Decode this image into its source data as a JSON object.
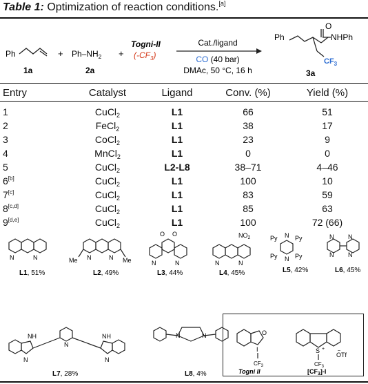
{
  "table": {
    "label": "Table 1:",
    "caption": " Optimization of reaction conditions.",
    "caption_note": "[a]",
    "scheme": {
      "reactant1_label": "1a",
      "reactant2_label": "2a",
      "reactant1_sub": "Ph",
      "reactant2_text": "Ph–NH",
      "reactant2_sub": "2",
      "reagent_name": "Togni-II",
      "reagent_group": "(-CF",
      "reagent_group_sub": "3",
      "reagent_group_end": ")",
      "plus": "+",
      "conditions_top": "Cat./ligand",
      "conditions_co": "CO",
      "conditions_co_rest": " (40 bar)",
      "conditions_bottom": "DMAc, 50 °C, 16 h",
      "product_label": "3a",
      "product_ph": "Ph",
      "product_amide": "NHPh",
      "product_o": "O",
      "product_cf3": "CF",
      "product_cf3_sub": "3"
    },
    "headers": [
      "Entry",
      "Catalyst",
      "Ligand",
      "Conv. (%)",
      "Yield (%)"
    ],
    "rows": [
      {
        "entry": "1",
        "note": "",
        "cat": "CuCl",
        "cat_sub": "2",
        "lig": "L1",
        "conv": "66",
        "yield": "51"
      },
      {
        "entry": "2",
        "note": "",
        "cat": "FeCl",
        "cat_sub": "2",
        "lig": "L1",
        "conv": "38",
        "yield": "17"
      },
      {
        "entry": "3",
        "note": "",
        "cat": "CoCl",
        "cat_sub": "2",
        "lig": "L1",
        "conv": "23",
        "yield": "9"
      },
      {
        "entry": "4",
        "note": "",
        "cat": "MnCl",
        "cat_sub": "2",
        "lig": "L1",
        "conv": "0",
        "yield": "0"
      },
      {
        "entry": "5",
        "note": "",
        "cat": "CuCl",
        "cat_sub": "2",
        "lig": "L2-L8",
        "conv": "38–71",
        "yield": "4–46"
      },
      {
        "entry": "6",
        "note": "[b]",
        "cat": "CuCl",
        "cat_sub": "2",
        "lig": "L1",
        "conv": "100",
        "yield": "10"
      },
      {
        "entry": "7",
        "note": "[c]",
        "cat": "CuCl",
        "cat_sub": "2",
        "lig": "L1",
        "conv": "83",
        "yield": "59"
      },
      {
        "entry": "8",
        "note": "[c,d]",
        "cat": "CuCl",
        "cat_sub": "2",
        "lig": "L1",
        "conv": "85",
        "yield": "63"
      },
      {
        "entry": "9",
        "note": "[d,e]",
        "cat": "CuCl",
        "cat_sub": "2",
        "lig": "L1",
        "conv": "100",
        "yield": "72 (66)"
      }
    ]
  },
  "ligands": [
    {
      "id": "L1",
      "yield": ", 51%"
    },
    {
      "id": "L2",
      "yield": ", 49%"
    },
    {
      "id": "L3",
      "yield": ", 44%"
    },
    {
      "id": "L4",
      "yield": ", 45%"
    },
    {
      "id": "L5",
      "yield": ", 42%"
    },
    {
      "id": "L6",
      "yield": ", 45%"
    },
    {
      "id": "L7",
      "yield": ", 28%"
    },
    {
      "id": "L8",
      "yield": ", 4%"
    }
  ],
  "atoms": {
    "n": "N",
    "me": "Me",
    "o": "O",
    "no2": "NO",
    "no2_sub": "2",
    "py": "Py",
    "h": "H",
    "i": "I",
    "s": "S",
    "plus": "+",
    "otf": "OTf",
    "minus": "–",
    "cf3": "CF",
    "cf3_sub": "3"
  },
  "reagents": {
    "togni": "Togni II",
    "cf3_salt_a": "[CF",
    "cf3_salt_sub": "3",
    "cf3_salt_b": "]-I"
  }
}
